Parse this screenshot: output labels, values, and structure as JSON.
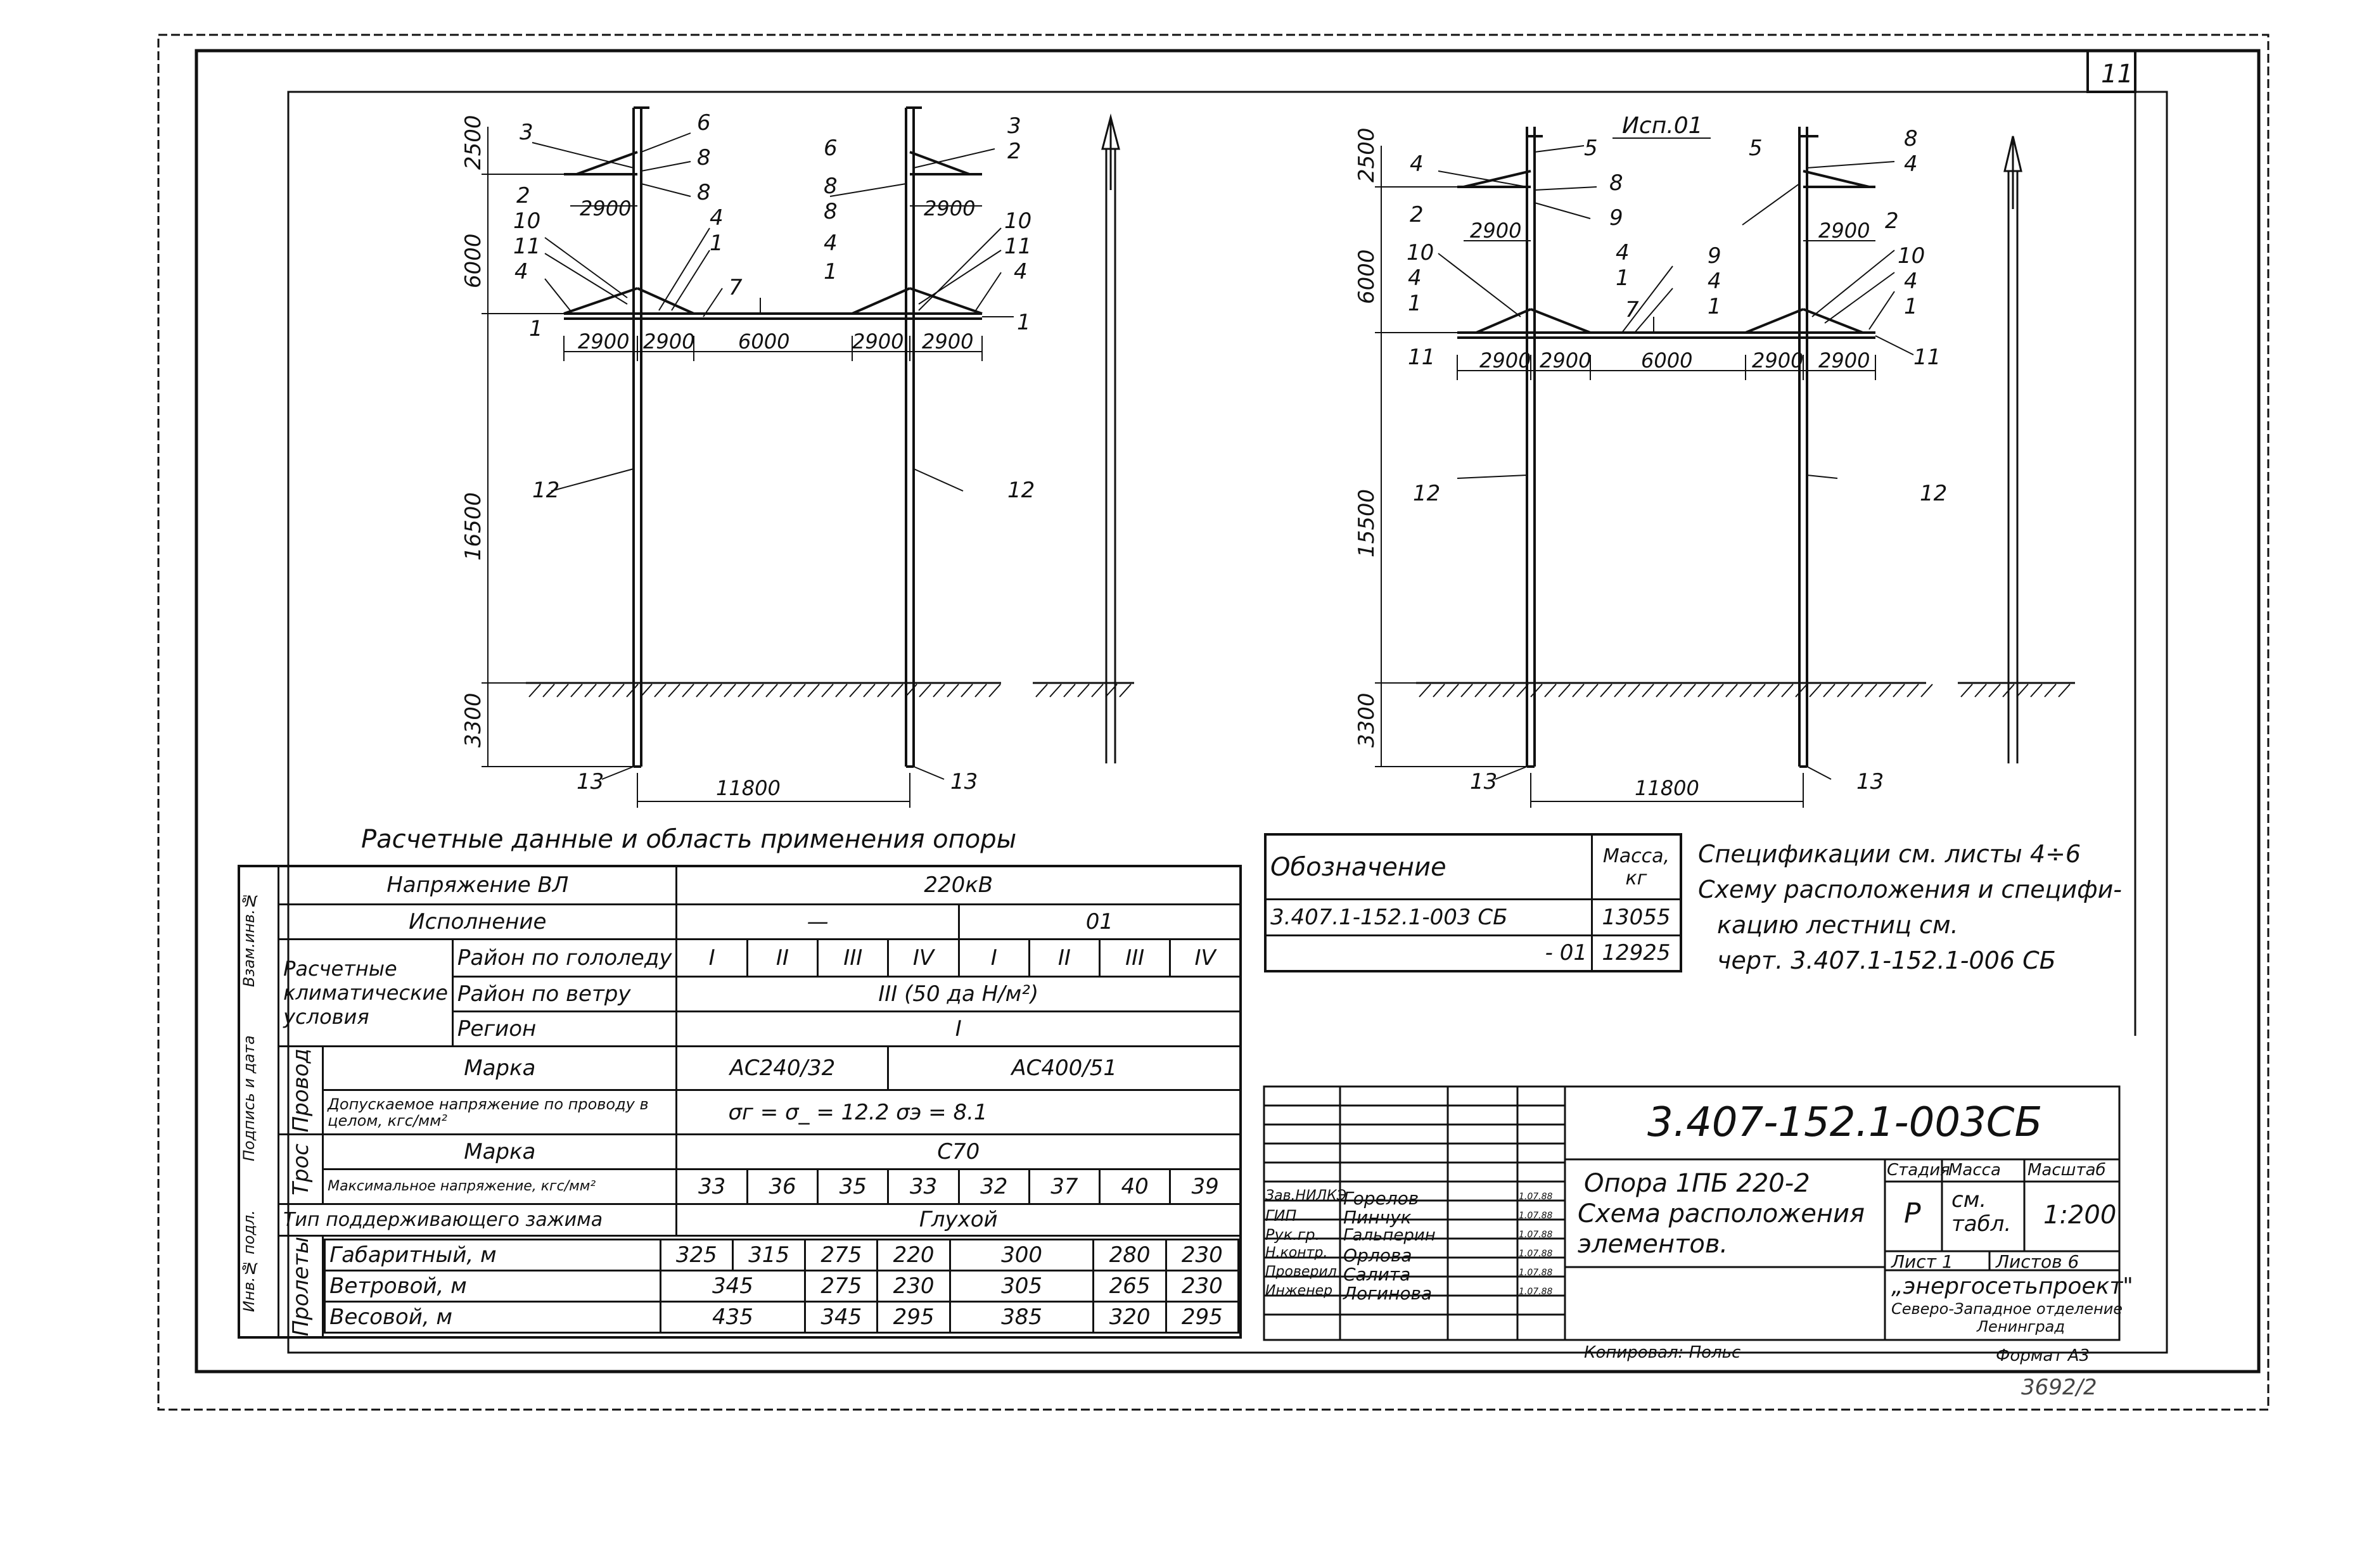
{
  "sheet": {
    "page_number": "11",
    "variant_label": "Исп.01",
    "copied_by": "Копировал: Польс",
    "format": "Формат А3",
    "archive_number": "3692/2"
  },
  "drawing_left": {
    "dims_vertical": [
      "2500",
      "6000",
      "16500",
      "3300"
    ],
    "dims_horizontal": [
      "2900",
      "2900",
      "2900",
      "6000",
      "2900",
      "2900",
      "11800"
    ],
    "callouts": [
      "3",
      "2",
      "10",
      "11",
      "4",
      "1",
      "12",
      "13",
      "6",
      "8",
      "8",
      "4",
      "1",
      "7",
      "6",
      "8",
      "8",
      "4",
      "1",
      "3",
      "2",
      "10",
      "11",
      "4",
      "1",
      "12",
      "13"
    ]
  },
  "drawing_right": {
    "dims_vertical": [
      "2500",
      "6000",
      "15500",
      "3300"
    ],
    "dims_horizontal": [
      "2900",
      "2900",
      "2900",
      "6000",
      "2900",
      "2900",
      "2900",
      "11800"
    ],
    "callouts": [
      "4",
      "2",
      "10",
      "4",
      "1",
      "11",
      "12",
      "13",
      "5",
      "8",
      "9",
      "4",
      "1",
      "7",
      "5",
      "9",
      "4",
      "1",
      "8",
      "4",
      "2",
      "10",
      "4",
      "1",
      "11",
      "12",
      "13"
    ]
  },
  "design_data": {
    "title": "Расчетные данные и область применения опоры",
    "voltage_label": "Напряжение ВЛ",
    "voltage_value": "220кВ",
    "variant_label": "Исполнение",
    "variant_values": [
      "—",
      "01"
    ],
    "climate_label": "Расчетные климатические условия",
    "ice_label": "Район по гололеду",
    "ice_values": [
      "I",
      "II",
      "III",
      "IV",
      "I",
      "II",
      "III",
      "IV"
    ],
    "wind_label": "Район по ветру",
    "wind_value": "III (50 да Н/м²)",
    "region_label": "Регион",
    "region_value": "I",
    "wire_group": "Провод",
    "wire_mark_label": "Марка",
    "wire_marks": [
      "АС240/32",
      "АС400/51"
    ],
    "wire_stress_label": "Допускаемое напряжение по проводу в целом, кгс/мм²",
    "wire_stress_value": "σг = σ_ = 12.2    σэ = 8.1",
    "cable_group": "Трос",
    "cable_mark_label": "Марка",
    "cable_mark_value": "С70",
    "cable_stress_label": "Максимальное напряжение, кгс/мм²",
    "cable_stress_values": [
      "33",
      "36",
      "35",
      "33",
      "32",
      "37",
      "40",
      "39"
    ],
    "clamp_label": "Тип поддерживающего зажима",
    "clamp_value": "Глухой",
    "spans_group": "Пролеты",
    "span_rows": [
      {
        "label": "Габаритный, м",
        "values": [
          "325",
          "315",
          "275",
          "220",
          "300",
          "280",
          "230"
        ]
      },
      {
        "label": "Ветровой, м",
        "values": [
          "345",
          "275",
          "230",
          "305",
          "265",
          "230"
        ]
      },
      {
        "label": "Весовой, м",
        "values": [
          "435",
          "345",
          "295",
          "385",
          "320",
          "295"
        ]
      }
    ]
  },
  "mass_table": {
    "col_designation": "Обозначение",
    "col_mass": "Масса, кг",
    "rows": [
      {
        "designation": "3.407.1-152.1-003 СБ",
        "mass": "13055"
      },
      {
        "designation": "- 01",
        "mass": "12925"
      }
    ]
  },
  "notes": [
    "Спецификации см. листы 4÷6",
    "Схему расположения и специфи-",
    "кацию лестниц см.",
    "черт. 3.407.1-152.1-006 СБ"
  ],
  "left_margin_labels": [
    "Инв.№ подл.",
    "Подпись и дата",
    "Взам.инв.№"
  ],
  "title_block": {
    "doc_code": "3.407-152.1-003СБ",
    "name_line1": "Опора  1ПБ 220-2",
    "name_line2": "Схема расположения",
    "name_line3": "элементов.",
    "stage_label": "Стадия",
    "mass_label": "Масса",
    "scale_label": "Масштаб",
    "stage_value": "Р",
    "mass_value": "см. табл.",
    "scale_value": "1:200",
    "sheet_label": "Лист 1",
    "sheets_label": "Листов 6",
    "org1": "„энергосетьпроект\"",
    "org2": "Северо-Западное отделение",
    "org3": "Ленинград",
    "people": [
      {
        "role": "Зав.НИЛКЭ",
        "name": "Горелов",
        "date": "1.07.88"
      },
      {
        "role": "ГИП",
        "name": "Пинчук",
        "date": "1.07.88"
      },
      {
        "role": "Рук.гр.",
        "name": "Гальперин",
        "date": "1.07.88"
      },
      {
        "role": "Н.контр.",
        "name": "Орлова",
        "date": "1.07.88"
      },
      {
        "role": "Проверил",
        "name": "Салита",
        "date": "1.07.88"
      },
      {
        "role": "Инженер",
        "name": "Логинова",
        "date": "1.07.88"
      }
    ]
  }
}
